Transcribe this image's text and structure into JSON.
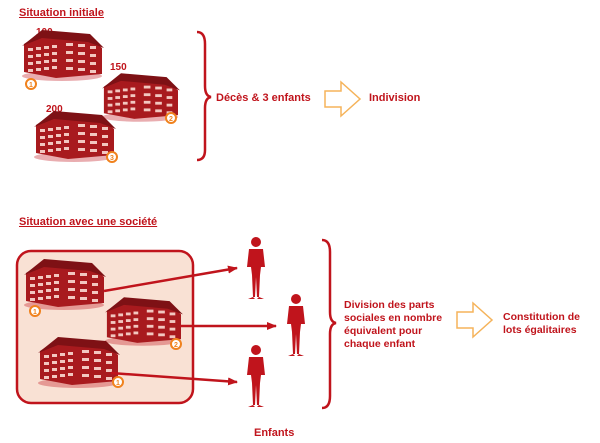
{
  "top": {
    "title": "Situation initiale",
    "buildings": [
      {
        "value": "100",
        "badge": "1"
      },
      {
        "value": "150",
        "badge": "2"
      },
      {
        "value": "200",
        "badge": "3"
      }
    ],
    "event_label": "Décès & 3 enfants",
    "result_label": "Indivision"
  },
  "bottom": {
    "title": "Situation avec une société",
    "buildings": [
      {
        "badge": "1"
      },
      {
        "badge": "2"
      },
      {
        "badge": "1"
      }
    ],
    "division_text": "Division des parts sociales en nombre équivalent pour chaque enfant",
    "result_label": "Constitution de lots égalitaires",
    "children_label": "Enfants"
  },
  "colors": {
    "accent": "#c0141c",
    "building": "#a81a1e",
    "window": "#f2c7c0",
    "badge": "#f0821e",
    "arrow_outline": "#f5b35a",
    "company_box_fill": "#f9e1d4"
  }
}
